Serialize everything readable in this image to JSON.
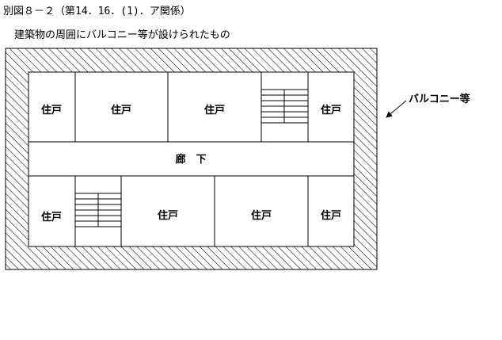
{
  "figure": {
    "title": "別図８－２（第14．16．(1)．ア関係）",
    "subtitle": "建築物の周囲にバルコニー等が設けられたもの"
  },
  "rooms": {
    "dwelling": "住戸",
    "corridor": "廊　下"
  },
  "callout": {
    "balcony": "バルコニー等"
  }
}
